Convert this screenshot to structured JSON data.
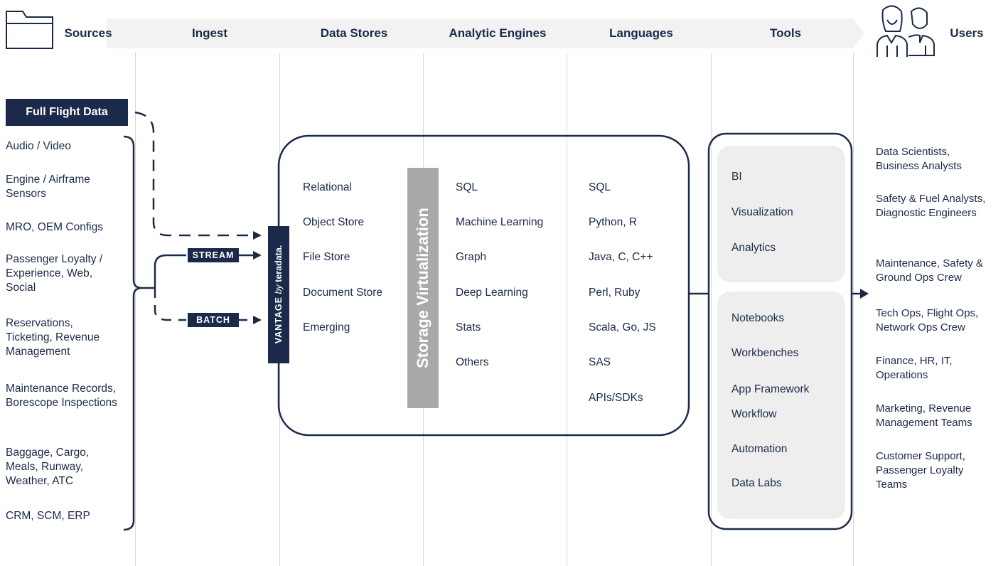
{
  "header": {
    "sources": "Sources",
    "ingest": "Ingest",
    "data_stores": "Data Stores",
    "analytic_engines": "Analytic Engines",
    "languages": "Languages",
    "tools": "Tools",
    "users": "Users"
  },
  "full_flight_label": "Full Flight Data",
  "sources": [
    "Audio / Video",
    "Engine / Airframe Sensors",
    "MRO, OEM Configs",
    "Passenger Loyalty / Experience, Web, Social",
    "Reservations, Ticketing, Revenue Management",
    "Maintenance Records, Borescope Inspections",
    "Baggage, Cargo, Meals, Runway, Weather, ATC",
    "CRM, SCM, ERP"
  ],
  "ingest": {
    "stream": "STREAM",
    "batch": "BATCH"
  },
  "vantage": {
    "vantage": "VANTAGE",
    "by": "by",
    "brand": "teradata."
  },
  "storage_virtualization": "Storage Virtualization",
  "data_stores": [
    "Relational",
    "Object Store",
    "File Store",
    "Document Store",
    "Emerging"
  ],
  "analytic_engines": [
    "SQL",
    "Machine Learning",
    "Graph",
    "Deep Learning",
    "Stats",
    "Others"
  ],
  "languages": [
    "SQL",
    "Python, R",
    "Java, C, C++",
    "Perl, Ruby",
    "Scala, Go, JS",
    "SAS",
    "APIs/SDKs"
  ],
  "tools": {
    "group1": [
      "BI",
      "Visualization",
      "Analytics"
    ],
    "group2": [
      "Notebooks",
      "Workbenches",
      "App Framework",
      "Workflow",
      "Automation",
      "Data Labs"
    ]
  },
  "users": [
    "Data Scientists, Business Analysts",
    "Safety & Fuel Analysts, Diagnostic Engineers",
    "Maintenance, Safety & Ground Ops Crew",
    "Tech Ops, Flight Ops, Network Ops Crew",
    "Finance, HR, IT, Operations",
    "Marketing, Revenue Management Teams",
    "Customer Support, Passenger Loyalty Teams"
  ],
  "colors": {
    "navy": "#1b2a4a",
    "chevron": "#f2f2f2",
    "panel": "#eeeeee",
    "storage_bar": "#a9a9a9"
  },
  "icons": [
    "folder-icon",
    "users-icon"
  ]
}
